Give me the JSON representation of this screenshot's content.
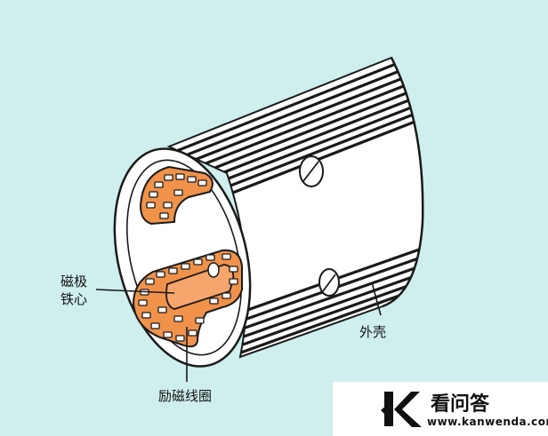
{
  "labels": {
    "pole_core_line1": "磁极",
    "pole_core_line2": "铁心",
    "field_coil": "励磁线圈",
    "housing": "外壳"
  },
  "watermark": {
    "name": "看问答",
    "url": "www.kanwenda.com",
    "logo_letter": "K"
  },
  "colors": {
    "background": "#cfeeee",
    "coil": "#f0924a",
    "housing": "#ffffff",
    "stripes": "#1a1a1a",
    "outline": "#1a1a1a"
  }
}
